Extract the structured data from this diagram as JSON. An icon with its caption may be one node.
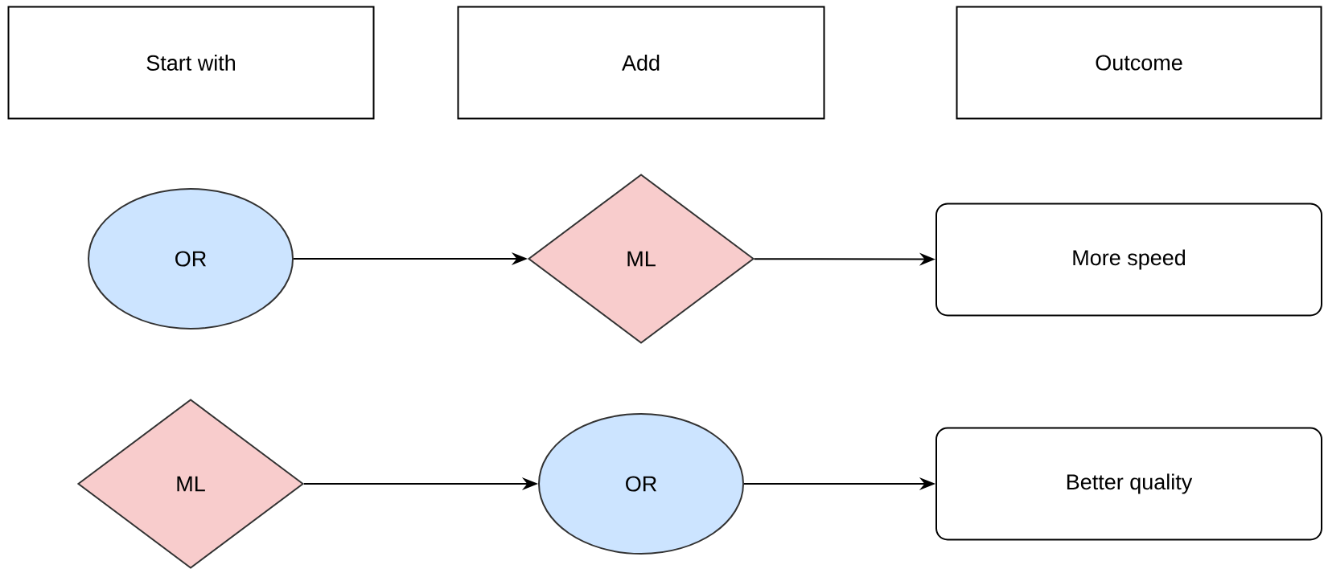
{
  "diagram": {
    "nodes": [
      {
        "text": [
          "Start with"
        ]
      },
      {
        "text": [
          "Add"
        ]
      },
      {
        "text": [
          "Outcome"
        ]
      },
      {
        "text": [
          "OR"
        ]
      },
      {
        "text": [
          "ML"
        ]
      },
      {
        "text": [
          "More speed"
        ]
      },
      {
        "text": [
          "ML"
        ]
      },
      {
        "text": [
          "OR"
        ]
      },
      {
        "text": [
          "Better quality"
        ]
      }
    ],
    "edges": [
      {
        "from": 3,
        "to": 4,
        "arrow": "to"
      },
      {
        "from": 4,
        "to": 5,
        "arrow": "to"
      },
      {
        "from": 6,
        "to": 7,
        "arrow": "to"
      },
      {
        "from": 7,
        "to": 8,
        "arrow": "to"
      }
    ]
  }
}
